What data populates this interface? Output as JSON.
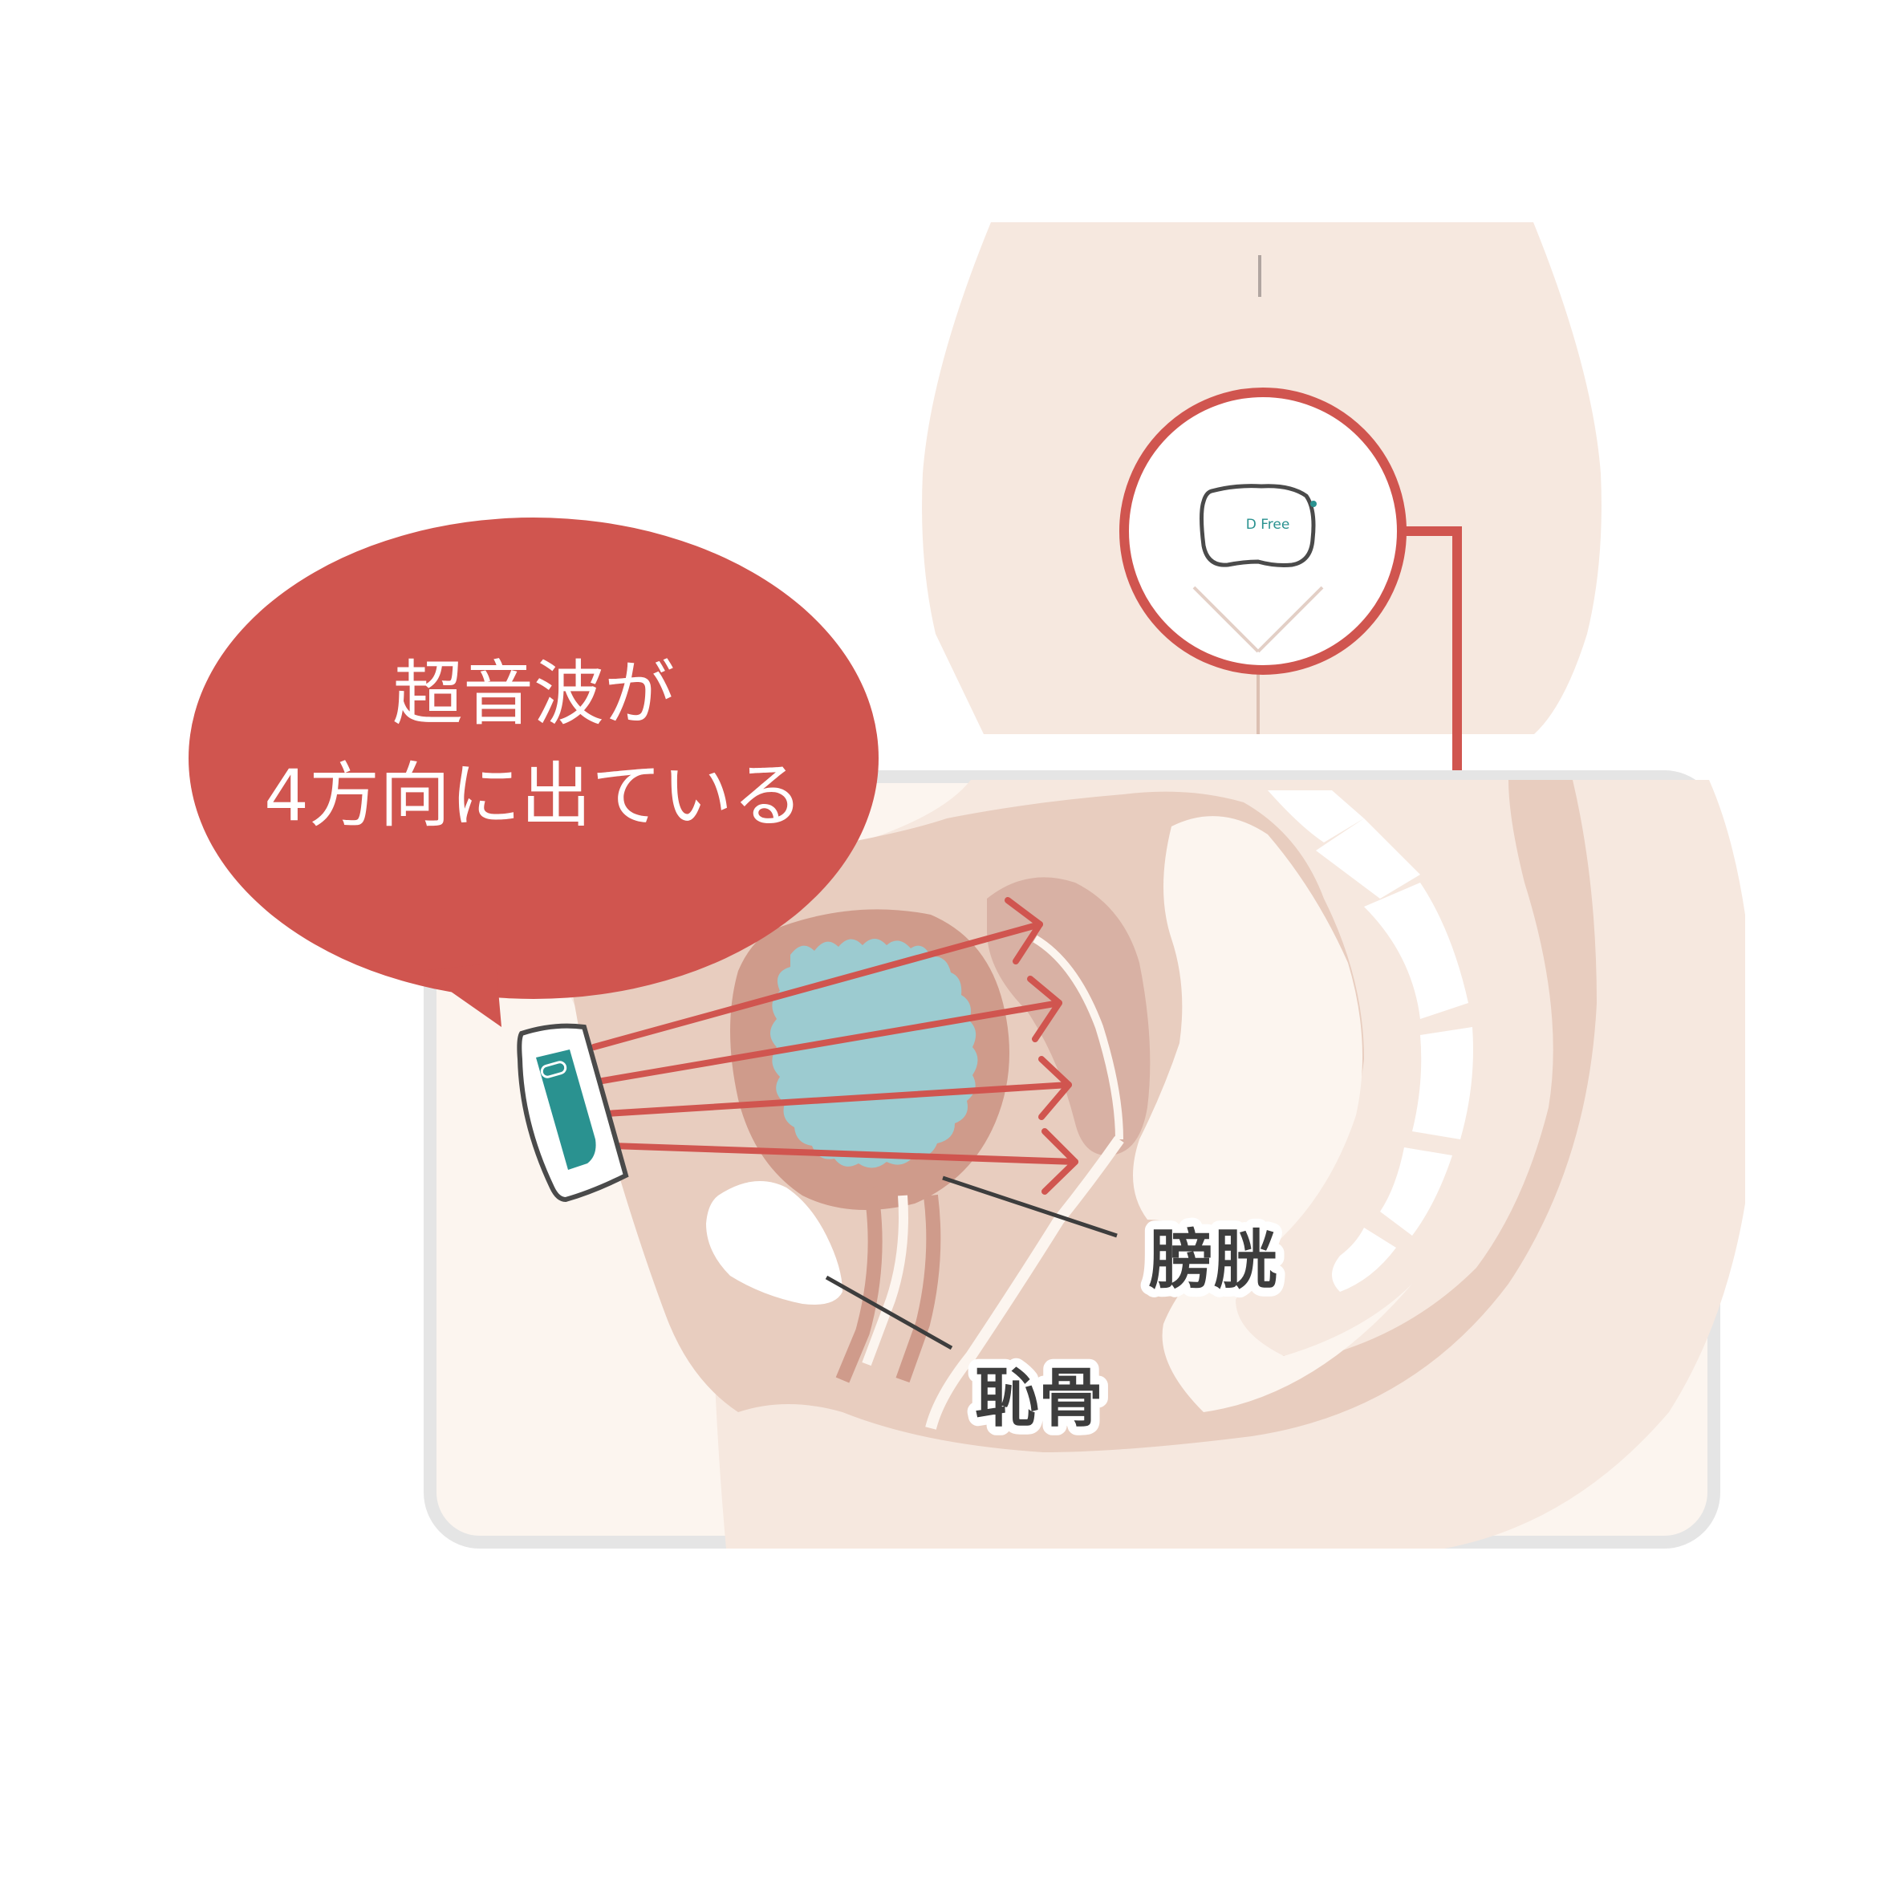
{
  "bubble": {
    "line1": "超音波が",
    "line2": "4方向に出ている"
  },
  "labels": {
    "bladder": "膀胱",
    "pubic_bone": "恥骨"
  },
  "device": {
    "brand": "D Free"
  },
  "colors": {
    "accent_red": "#d0554f",
    "skin_light": "#f6e8df",
    "skin_mid": "#e8cdbf",
    "tissue_dark": "#d8b1a4",
    "uterus_dark": "#cf9b8b",
    "bladder_fill": "#9ccbd0",
    "device_teal": "#2a9290",
    "frame_gray": "#e5e5e5",
    "label_text": "#3d3d3d"
  },
  "arrows": {
    "count": 4
  }
}
